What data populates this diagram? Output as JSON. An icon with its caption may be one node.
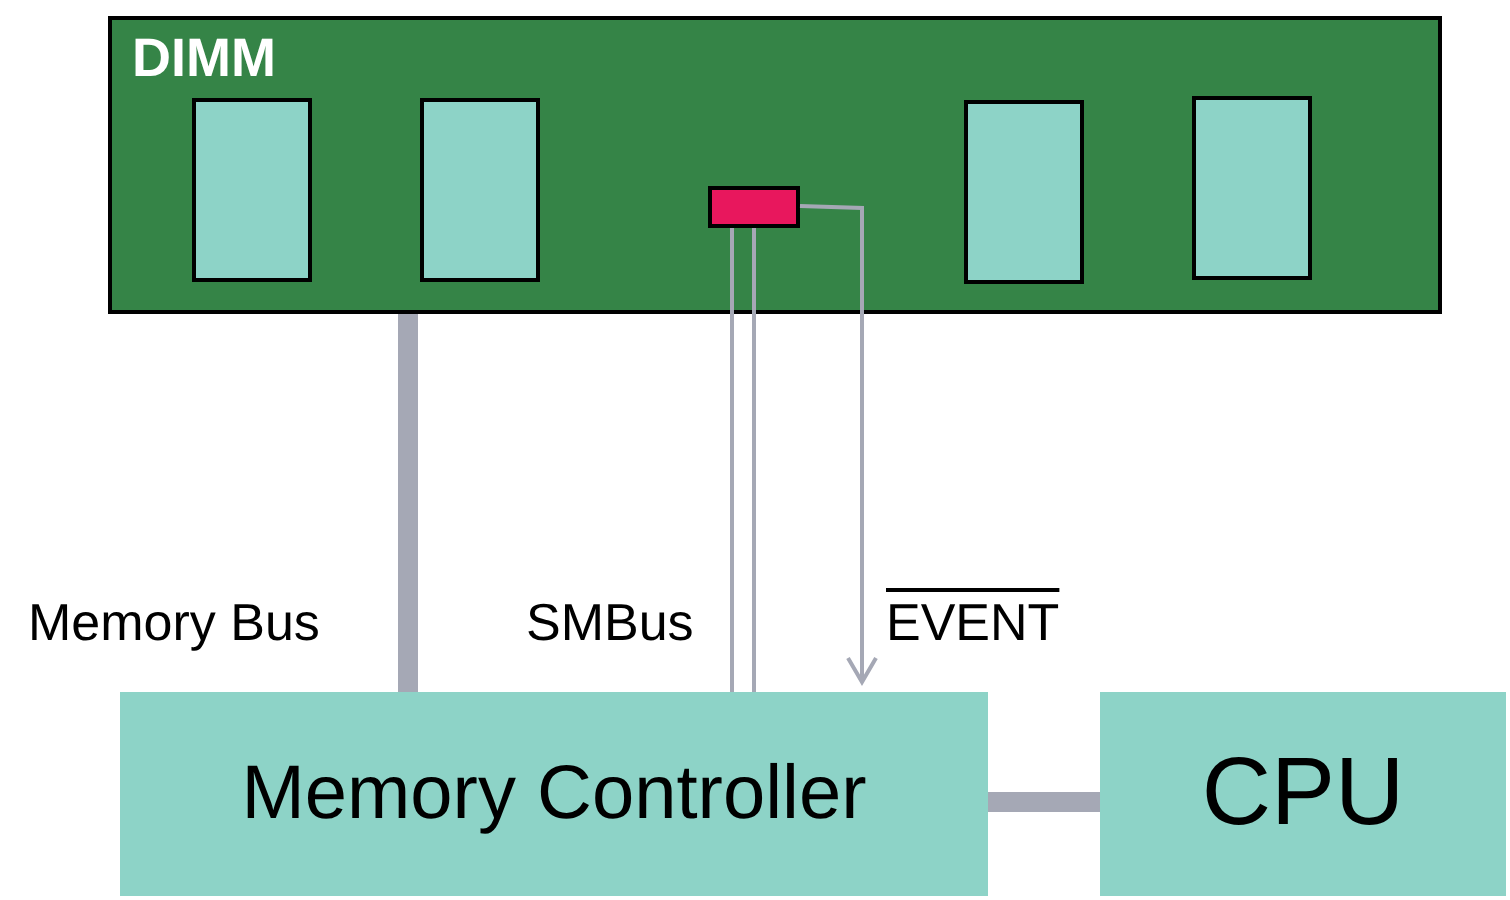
{
  "diagram": {
    "nodes": [
      {
        "text": [
          "DIMM"
        ]
      },
      {
        "text": [],
        "shape": "box",
        "in": 0
      },
      {
        "text": [],
        "shape": "box",
        "in": 0
      },
      {
        "text": [],
        "shape": "box",
        "in": 0
      },
      {
        "text": [],
        "shape": "box",
        "in": 0
      },
      {
        "text": [],
        "shape": "box",
        "in": 0
      },
      {
        "text": [
          "Memory Controller"
        ]
      },
      {
        "text": [
          "CPU"
        ]
      }
    ],
    "edges": [
      {
        "from": 0,
        "to": 6,
        "arrow": "none",
        "label": "Memory Bus",
        "style": "thick"
      },
      {
        "from": 3,
        "to": 6,
        "arrow": "none",
        "label": "SMBus"
      },
      {
        "from": 3,
        "to": 6,
        "arrow": "none"
      },
      {
        "from": 3,
        "to": 6,
        "arrow": "to",
        "label": "EVENT"
      },
      {
        "from": 6,
        "to": 7,
        "arrow": "none",
        "style": "thick"
      }
    ]
  }
}
